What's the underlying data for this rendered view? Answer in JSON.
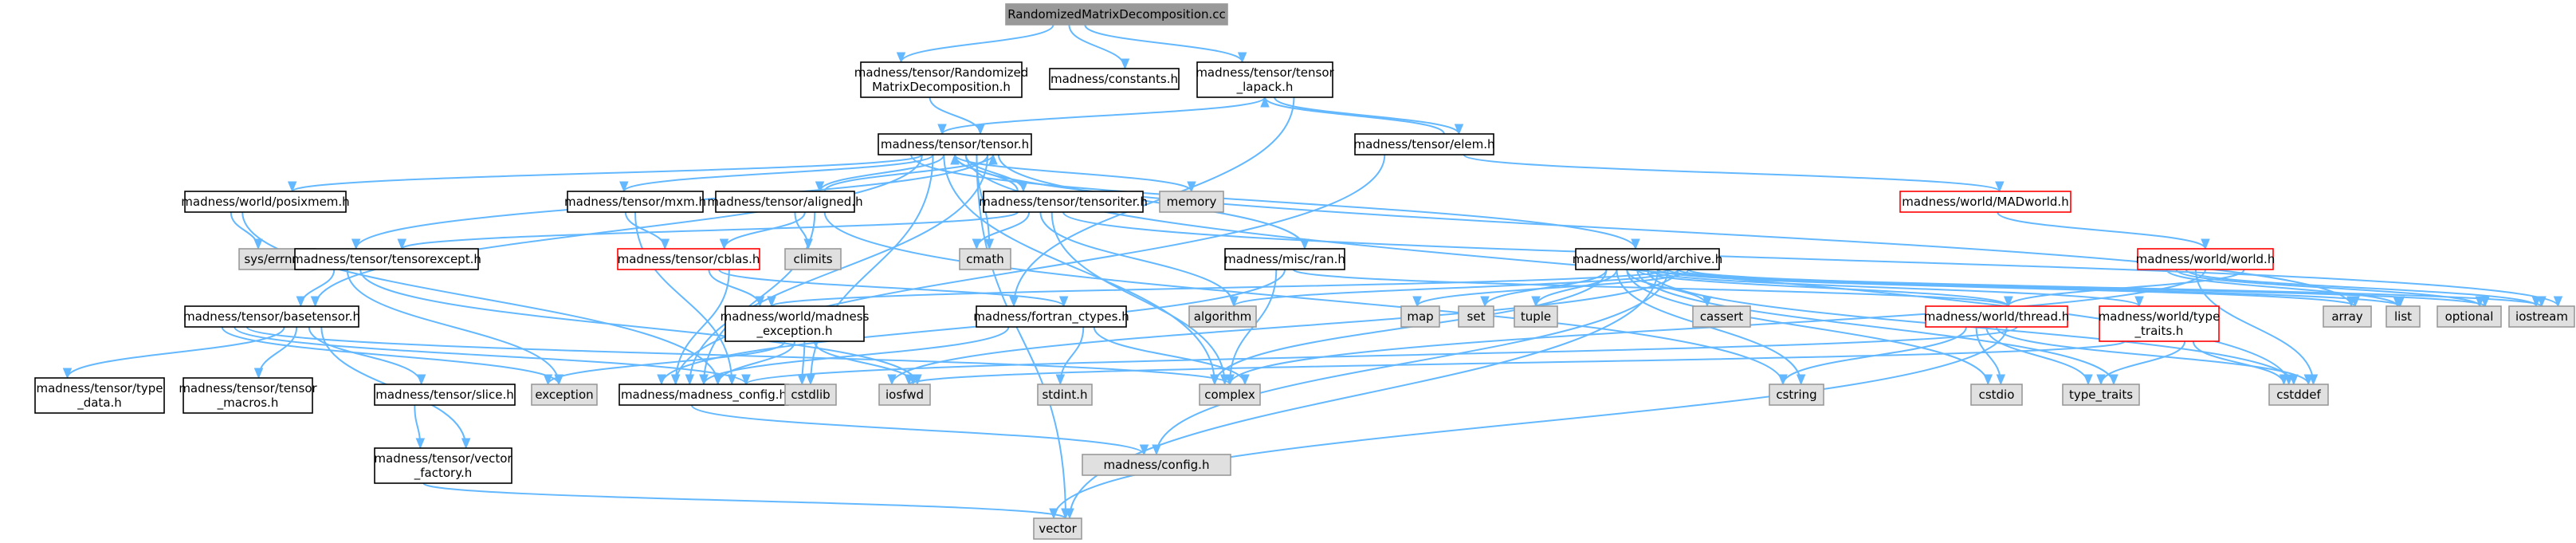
{
  "colors": {
    "edge": "#63b8ff",
    "root_fill": "#999999",
    "local_border": "#000000",
    "missing_fill": "#e0e0e0",
    "missing_border": "#999999",
    "truncated_border": "#ff0000",
    "background": "#ffffff"
  },
  "nodes": {
    "root": "RandomizedMatrixDecomposition.cc",
    "rmd_h": [
      "madness/tensor/Randomized",
      "MatrixDecomposition.h"
    ],
    "constants_h": "madness/constants.h",
    "tensor_lapack_h": [
      "madness/tensor/tensor",
      "_lapack.h"
    ],
    "tensor_h": "madness/tensor/tensor.h",
    "elem_h": "madness/tensor/elem.h",
    "posixmem_h": "madness/world/posixmem.h",
    "mxm_h": "madness/tensor/mxm.h",
    "aligned_h": "madness/tensor/aligned.h",
    "memory": "memory",
    "tensoriter_h": "madness/tensor/tensoriter.h",
    "madworld_h": "madness/world/MADworld.h",
    "errno_h": "sys/errno.h",
    "climits": "climits",
    "cmath": "cmath",
    "tensorexcept_h": "madness/tensor/tensorexcept.h",
    "cblas_h": "madness/tensor/cblas.h",
    "ran_h": "madness/misc/ran.h",
    "archive_h": "madness/world/archive.h",
    "world_h": "madness/world/world.h",
    "basetensor_h": "madness/tensor/basetensor.h",
    "madexc_h": [
      "madness/world/madness",
      "_exception.h"
    ],
    "fortran_h": "madness/fortran_ctypes.h",
    "algorithm": "algorithm",
    "map": "map",
    "set": "set",
    "tuple": "tuple",
    "cassert": "cassert",
    "thread_h": "madness/world/thread.h",
    "type_traits_h": [
      "madness/world/type",
      "_traits.h"
    ],
    "array": "array",
    "list": "list",
    "optional": "optional",
    "iostream": "iostream",
    "type_data_h": [
      "madness/tensor/type",
      "_data.h"
    ],
    "tensor_macros_h": [
      "madness/tensor/tensor",
      "_macros.h"
    ],
    "slice_h": "madness/tensor/slice.h",
    "exception": "exception",
    "config_h": "madness/madness_config.h",
    "cstdlib": "cstdlib",
    "iosfwd": "iosfwd",
    "stdint_h": "stdint.h",
    "complex": "complex",
    "cstring": "cstring",
    "cstdio": "cstdio",
    "type_traits": "type_traits",
    "cstddef": "cstddef",
    "vector_factory_h": [
      "madness/tensor/vector",
      "_factory.h"
    ],
    "mconfig_h": "madness/config.h",
    "vector": "vector"
  }
}
